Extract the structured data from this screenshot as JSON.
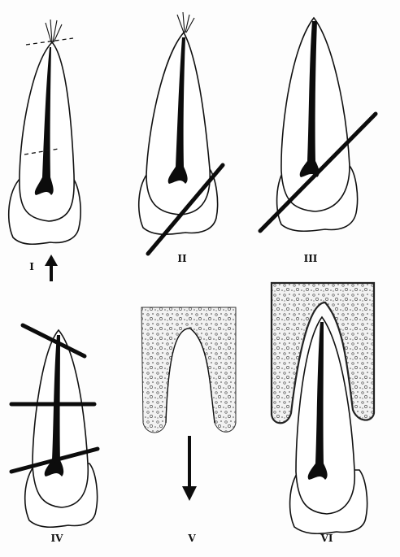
{
  "panels": [
    {
      "id": "I",
      "label": "I"
    },
    {
      "id": "II",
      "label": "II"
    },
    {
      "id": "III",
      "label": "III"
    },
    {
      "id": "IV",
      "label": "IV"
    },
    {
      "id": "V",
      "label": "V"
    },
    {
      "id": "VI",
      "label": "VI"
    }
  ],
  "colors": {
    "ink": "#0c0c0c",
    "background": "#ffffff",
    "stipple": "#555555"
  },
  "icons": {
    "panel_I_arrow": "arrow-up-icon",
    "panel_V_arrow": "arrow-down-icon"
  }
}
